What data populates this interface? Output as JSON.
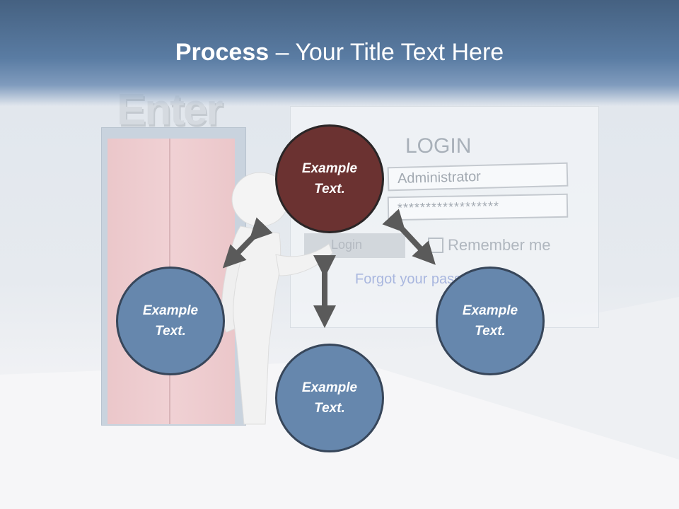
{
  "slide": {
    "title_bold": "Process",
    "title_rest": " – Your Title Text Here"
  },
  "background_scene": {
    "enter_sign": "Enter",
    "login_title": "LOGIN",
    "username_value": "Administrator",
    "password_mask": "******************",
    "login_button": "Login",
    "remember_me": "Remember me",
    "forgot_link": "Forgot your password?"
  },
  "diagram": {
    "nodes": [
      {
        "id": "top",
        "text": "Example Text.",
        "color": "#6b3231"
      },
      {
        "id": "left",
        "text": "Example Text.",
        "color": "#6687ad"
      },
      {
        "id": "right",
        "text": "Example Text.",
        "color": "#6687ad"
      },
      {
        "id": "bottom",
        "text": "Example Text.",
        "color": "#6687ad"
      }
    ],
    "arrow_color": "#5a5a5a"
  }
}
